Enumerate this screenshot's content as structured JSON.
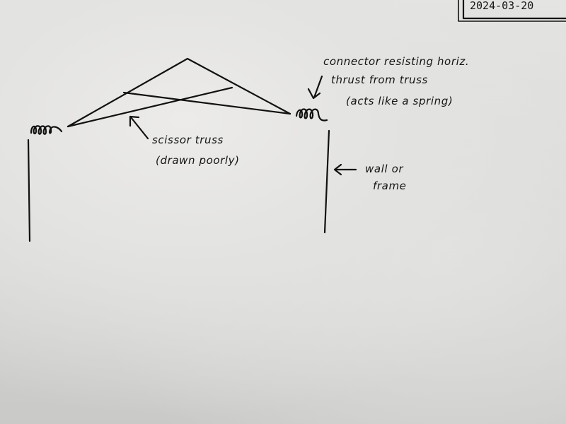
{
  "date_stamp": "2024-03-20",
  "annotations": {
    "connector": {
      "line1": "connector resisting horiz.",
      "line2": "thrust from truss",
      "line3": "(acts like a spring)"
    },
    "truss": {
      "line1": "scissor truss",
      "line2": "(drawn poorly)"
    },
    "wall": {
      "line1": "wall or",
      "line2": "frame"
    }
  }
}
